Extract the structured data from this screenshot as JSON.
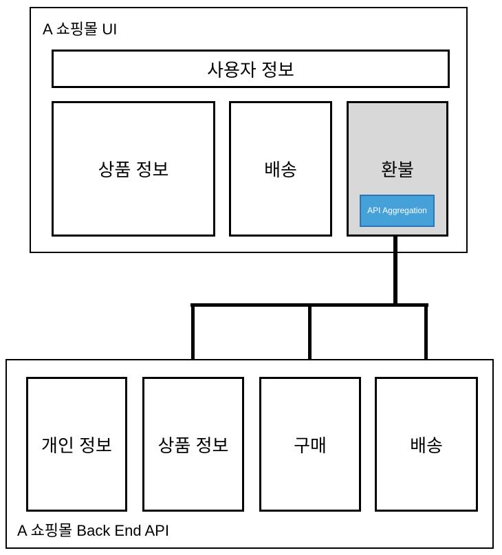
{
  "ui": {
    "title": "A 쇼핑몰 UI",
    "user_info": "사용자 정보",
    "boxes": [
      {
        "label": "상품 정보"
      },
      {
        "label": "배송"
      },
      {
        "label": "환불"
      }
    ],
    "api_aggregation": "API Aggregation"
  },
  "backend": {
    "title": "A 쇼핑몰 Back End API",
    "boxes": [
      {
        "label": "개인 정보"
      },
      {
        "label": "상품 정보"
      },
      {
        "label": "구매"
      },
      {
        "label": "배송"
      }
    ]
  },
  "colors": {
    "line": "#000000",
    "box_border": "#000000",
    "refund_fill": "#d8d8d8",
    "api_box_fill": "#47a1d9",
    "api_box_border": "#2e75b6",
    "api_box_text": "#ffffff"
  }
}
